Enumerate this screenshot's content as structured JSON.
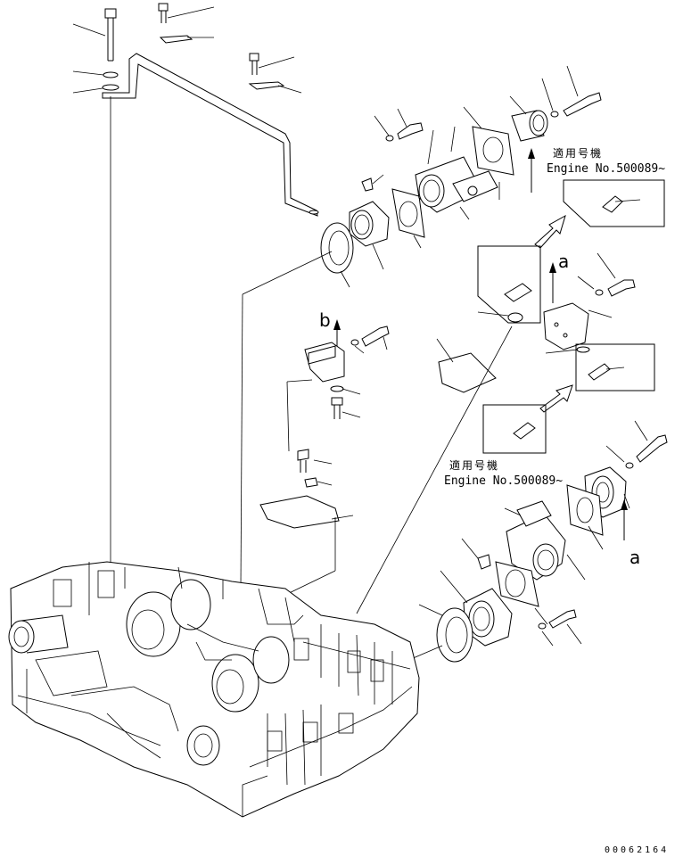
{
  "notes": [
    {
      "jp": "適用号機",
      "en": "Engine No.500089~"
    },
    {
      "jp": "適用号機",
      "en": "Engine No.500089~"
    }
  ],
  "view_markers": {
    "a": "a",
    "b": "b"
  },
  "drawing_code": "00062164"
}
